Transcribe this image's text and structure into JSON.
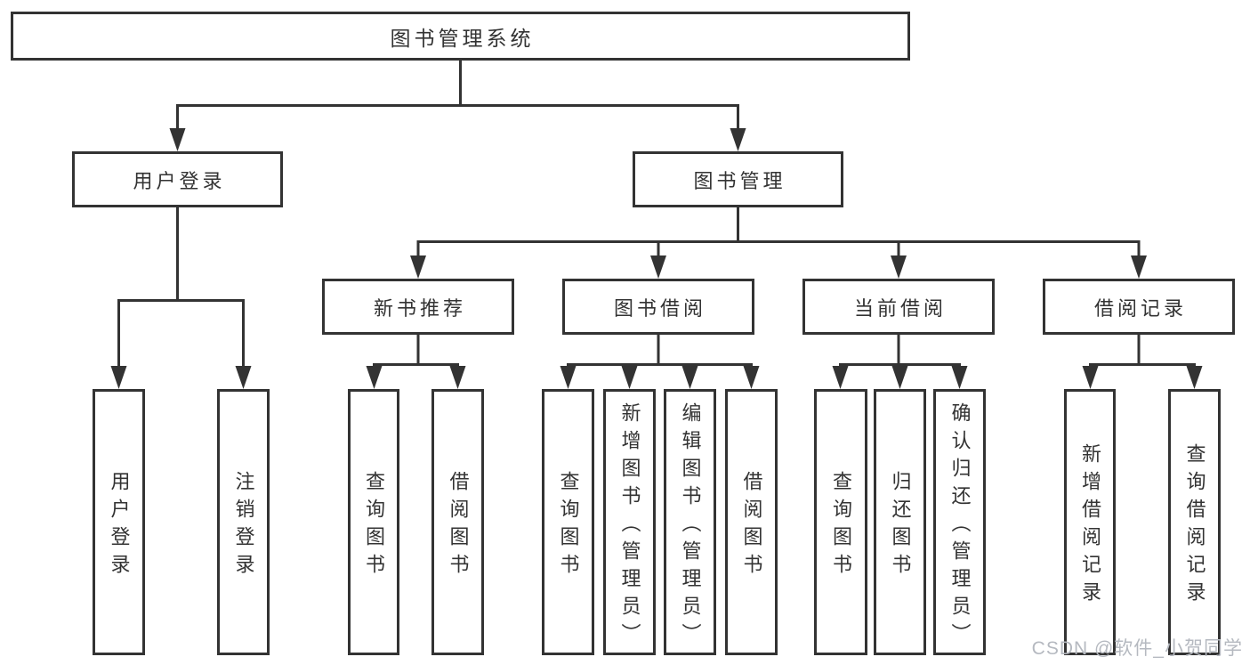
{
  "colors": {
    "line": "#333333",
    "box_border": "#333333",
    "box_background": "#ffffff",
    "text": "#333333",
    "watermark_text": "#b5b9c0"
  },
  "watermark": "CSDN @软件_小贺同学",
  "tree": {
    "root": {
      "label": "图书管理系统",
      "children": [
        {
          "label": "用户登录",
          "children": [
            {
              "label": "用户登录"
            },
            {
              "label": "注销登录"
            }
          ]
        },
        {
          "label": "图书管理",
          "children": [
            {
              "label": "新书推荐",
              "children": [
                {
                  "label": "查询图书"
                },
                {
                  "label": "借阅图书"
                }
              ]
            },
            {
              "label": "图书借阅",
              "children": [
                {
                  "label": "查询图书"
                },
                {
                  "label": "新增图书（管理员）"
                },
                {
                  "label": "编辑图书（管理员）"
                },
                {
                  "label": "借阅图书"
                }
              ]
            },
            {
              "label": "当前借阅",
              "children": [
                {
                  "label": "查询图书"
                },
                {
                  "label": "归还图书"
                },
                {
                  "label": "确认归还（管理员）"
                }
              ]
            },
            {
              "label": "借阅记录",
              "children": [
                {
                  "label": "新增借阅记录"
                },
                {
                  "label": "查询借阅记录"
                }
              ]
            }
          ]
        }
      ]
    }
  }
}
